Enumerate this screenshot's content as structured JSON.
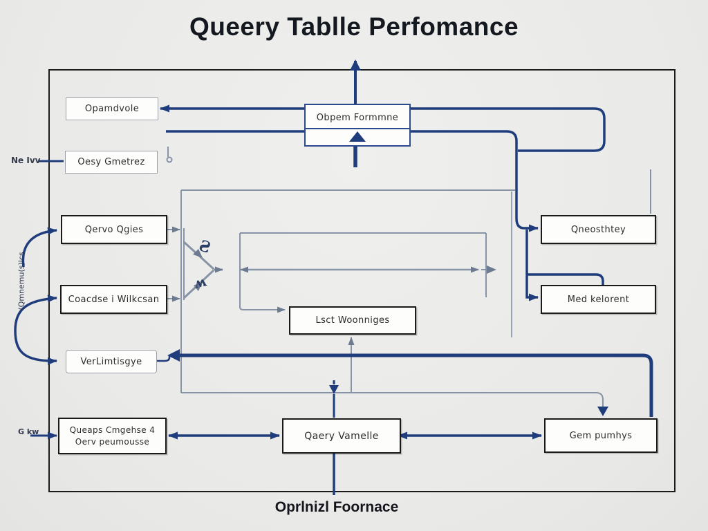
{
  "title": "Queery Tablle Perfomance",
  "footer_label": "Oprlnizl Foornace",
  "nodes": {
    "top_center": "Obpem Formmne",
    "top_left": "Opamdvole",
    "left_query": "Oesy Gmetrez",
    "left_qervo": "Qervo Qgies",
    "left_coacdse": "Coacdse i Wilkcsan",
    "left_verlim": "VerLimtisgye",
    "bottom_left_line1": "Queaps Cmgehse 4",
    "bottom_left_line2": "Oerv peumousse",
    "center": "Lsct Woonniges",
    "bottom_center": "Qaery Vamelle",
    "right_top": "Qneosthtey",
    "right_middle": "Med kelorent",
    "right_bottom": "Gem pumhys"
  },
  "annotations": {
    "left_top_label": "Ne Ivv",
    "left_bottom_label": "G kw",
    "left_rotated_label": "(Qmnemu(s)lcs",
    "squiggle_top": "Ƨ",
    "squiggle_bottom": "ʍ"
  },
  "colors": {
    "navy_line": "#1f3d7c",
    "navy_border": "#2b4a8c",
    "slate_line": "#8793a6",
    "dark_border": "#1a1a1a",
    "background": "#e9e9e7",
    "title_color": "#14181f"
  }
}
